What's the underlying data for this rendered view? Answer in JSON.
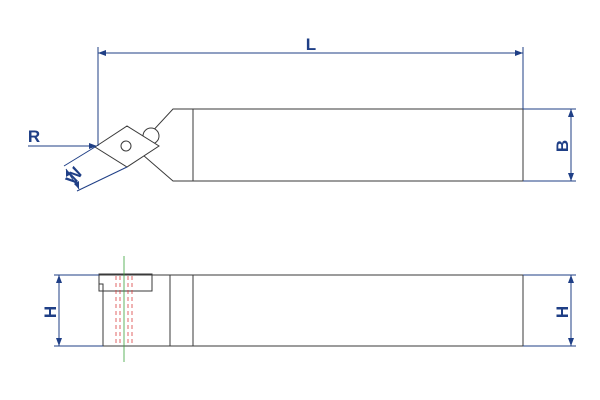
{
  "dimensions": {
    "length": "L",
    "width": "B",
    "height_left": "H",
    "height_right": "H",
    "corner_radius": "R",
    "insert_width": "W"
  },
  "colors": {
    "outline": "#3a3a3a",
    "dimension": "#1f3f86",
    "hidden_line": "#d94040",
    "center_line": "#3aa43a"
  }
}
